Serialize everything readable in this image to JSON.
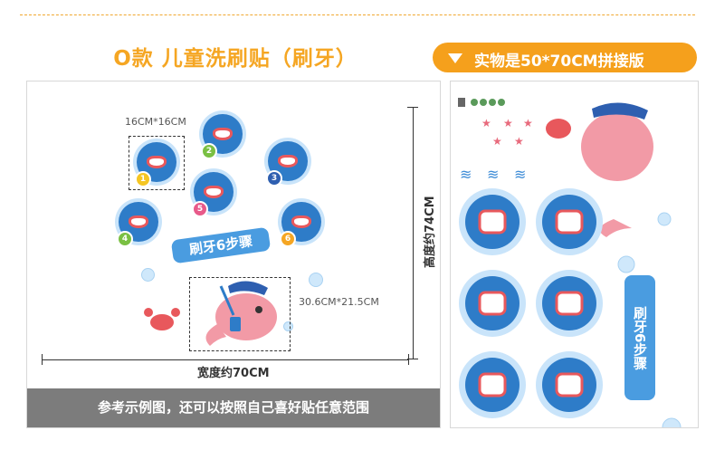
{
  "header": {
    "title": "O款  儿童洗刷贴（刷牙）",
    "pill_label": "实物是50*70CM拼接版"
  },
  "left_panel": {
    "size_small": "16CM*16CM",
    "size_large": "30.6CM*21.5CM",
    "width_label": "宽度约70CM",
    "height_label": "高度约74CM",
    "banner_text": "刷牙6步骤",
    "footer_text": "参考示例图，还可以按照自己喜好贴任意范围"
  },
  "right_panel": {
    "banner_text": "刷牙6步骤"
  },
  "colors": {
    "accent": "#f5a623",
    "sticker_blue": "#2e7cc8",
    "sticker_ring": "#c9e4fa",
    "footer_gray": "#7c7c7c"
  }
}
